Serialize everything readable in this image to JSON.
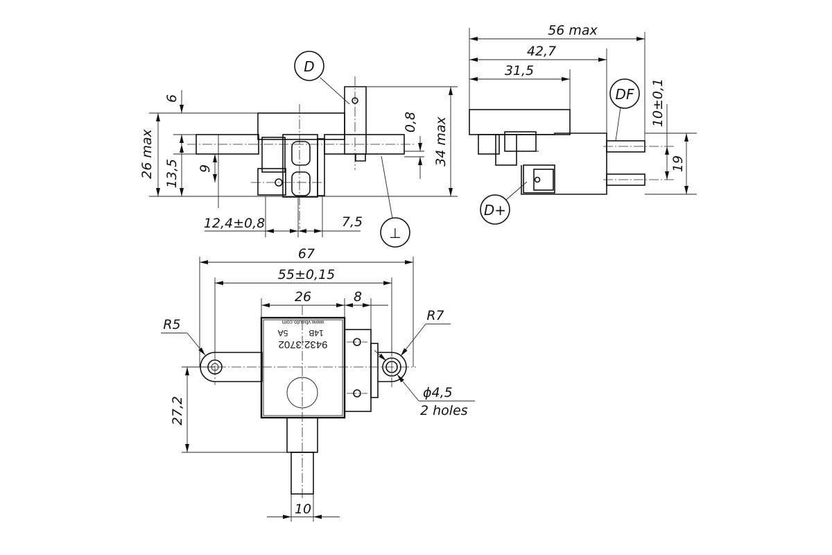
{
  "dimensions": {
    "d6": "6",
    "d26max": "26 max",
    "d13_5": "13,5",
    "d9": "9",
    "d12_4": "12,4±0,8",
    "d7_5": "7,5",
    "d0_8": "0,8",
    "d34max": "34 max",
    "d56max": "56 max",
    "d42_7": "42,7",
    "d31_5": "31,5",
    "d10": "10±0,1",
    "d19": "19",
    "d67": "67",
    "d55": "55±0,15",
    "d26": "26",
    "d8": "8",
    "d27_2": "27,2",
    "d10b": "10",
    "r5": "R5",
    "r7": "R7",
    "hole_dia": "ϕ4,5",
    "hole_count": "2 holes"
  },
  "terminals": {
    "d": "D",
    "ground": "⊥",
    "df": "DF",
    "dplus": "D+"
  },
  "marking": {
    "part_number": "9432.3702",
    "voltage": "14B",
    "current": "5A",
    "website": "www.vbauto.com"
  }
}
